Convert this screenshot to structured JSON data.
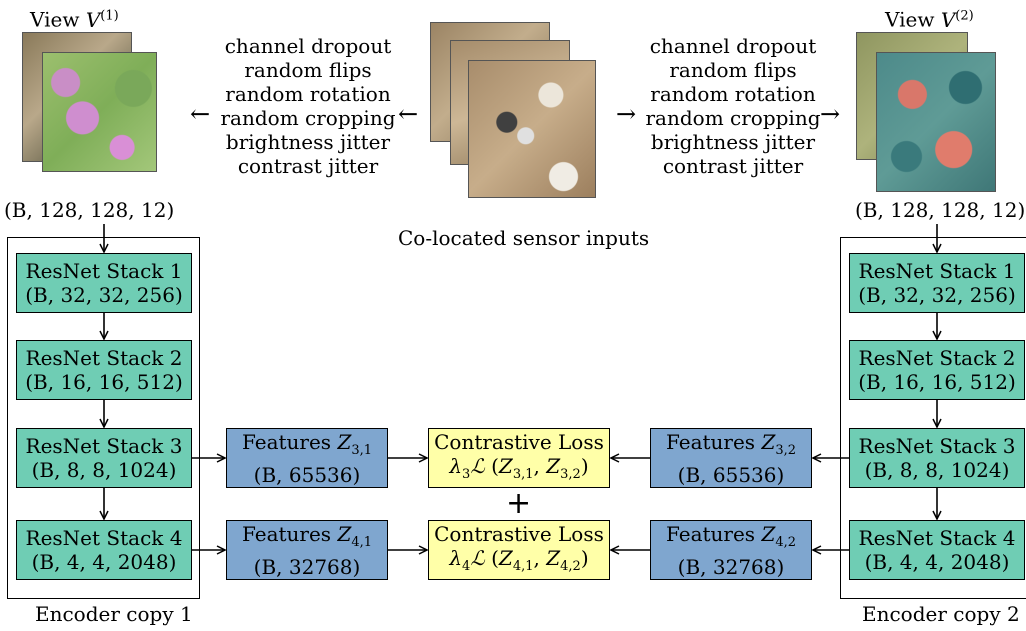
{
  "view1": {
    "title": "View",
    "symbol": "V",
    "superscript": "(1)",
    "shape": "(B, 128, 128, 12)"
  },
  "view2": {
    "title": "View",
    "symbol": "V",
    "superscript": "(2)",
    "shape": "(B, 128, 128, 12)"
  },
  "augmentations_left": [
    "channel dropout",
    "random flips",
    "random rotation",
    "random cropping",
    "brightness jitter",
    "contrast jitter"
  ],
  "augmentations_right": [
    "channel dropout",
    "random flips",
    "random rotation",
    "random cropping",
    "brightness jitter",
    "contrast jitter"
  ],
  "center_caption": "Co-located sensor inputs",
  "encoder1": {
    "caption": "Encoder copy 1",
    "stacks": [
      {
        "label": "ResNet Stack 1",
        "shape": "(B, 32, 32, 256)"
      },
      {
        "label": "ResNet Stack 2",
        "shape": "(B, 16, 16, 512)"
      },
      {
        "label": "ResNet Stack 3",
        "shape": "(B, 8, 8, 1024)"
      },
      {
        "label": "ResNet Stack 4",
        "shape": "(B, 4, 4, 2048)"
      }
    ]
  },
  "encoder2": {
    "caption": "Encoder copy 2",
    "stacks": [
      {
        "label": "ResNet Stack 1",
        "shape": "(B, 32, 32, 256)"
      },
      {
        "label": "ResNet Stack 2",
        "shape": "(B, 16, 16, 512)"
      },
      {
        "label": "ResNet Stack 3",
        "shape": "(B, 8, 8, 1024)"
      },
      {
        "label": "ResNet Stack 4",
        "shape": "(B, 4, 4, 2048)"
      }
    ]
  },
  "features_left": [
    {
      "label": "Features",
      "symbol": "Z",
      "sub": "3,1",
      "shape": "(B, 65536)"
    },
    {
      "label": "Features",
      "symbol": "Z",
      "sub": "4,1",
      "shape": "(B, 32768)"
    }
  ],
  "features_right": [
    {
      "label": "Features",
      "symbol": "Z",
      "sub": "3,2",
      "shape": "(B, 65536)"
    },
    {
      "label": "Features",
      "symbol": "Z",
      "sub": "4,2",
      "shape": "(B, 32768)"
    }
  ],
  "losses": [
    {
      "label": "Contrastive Loss",
      "lambda_sub": "3",
      "args": [
        "3,1",
        "3,2"
      ]
    },
    {
      "label": "Contrastive Loss",
      "lambda_sub": "4",
      "args": [
        "4,1",
        "4,2"
      ]
    }
  ],
  "plus_sign": "+",
  "arrow_glyph": "→",
  "colors": {
    "resnet": "#6fcdb4",
    "features": "#7fa6cf",
    "loss": "#ffffa8"
  }
}
